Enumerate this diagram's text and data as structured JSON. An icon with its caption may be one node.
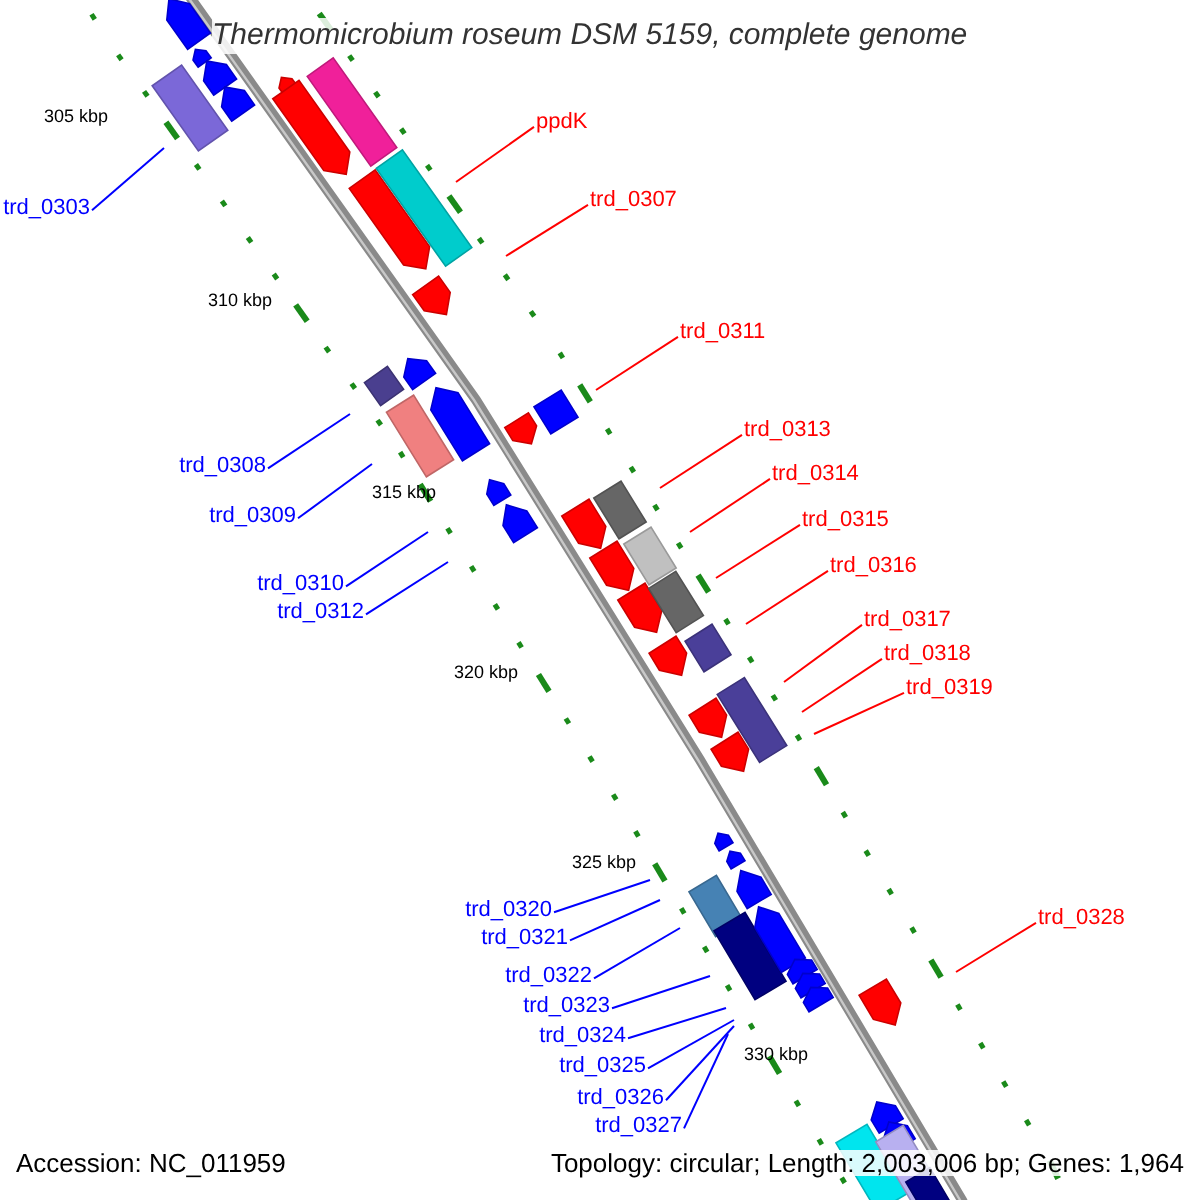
{
  "diagram": {
    "title": "Thermomicrobium roseum DSM 5159, complete genome",
    "nodes": [
      {
        "text": [
          "ppdK"
        ]
      },
      {
        "text": [
          "trd_0307"
        ]
      },
      {
        "text": [
          "trd_0303"
        ]
      },
      {
        "text": [
          "trd_0311"
        ]
      },
      {
        "text": [
          "trd_0313"
        ]
      },
      {
        "text": [
          "trd_0308"
        ]
      },
      {
        "text": [
          "trd_0314"
        ]
      },
      {
        "text": [
          "trd_0309"
        ]
      },
      {
        "text": [
          "trd_0315"
        ]
      },
      {
        "text": [
          "trd_0316"
        ]
      },
      {
        "text": [
          "trd_0310"
        ]
      },
      {
        "text": [
          "trd_0312"
        ]
      },
      {
        "text": [
          "trd_0317"
        ]
      },
      {
        "text": [
          "trd_0318"
        ]
      },
      {
        "text": [
          "trd_0319"
        ]
      },
      {
        "text": [
          "trd_0320"
        ]
      },
      {
        "text": [
          "trd_0328"
        ]
      },
      {
        "text": [
          "trd_0321"
        ]
      },
      {
        "text": [
          "trd_0322"
        ]
      },
      {
        "text": [
          "trd_0323"
        ]
      },
      {
        "text": [
          "trd_0324"
        ]
      },
      {
        "text": [
          "trd_0325"
        ]
      },
      {
        "text": [
          "trd_0326"
        ]
      },
      {
        "text": [
          "trd_0327"
        ]
      }
    ],
    "edges": [
      {
        "from": 0,
        "to": null,
        "arrow": "none",
        "color": "#ff0000"
      },
      {
        "from": 1,
        "to": null,
        "arrow": "none",
        "color": "#ff0000"
      },
      {
        "from": 2,
        "to": null,
        "arrow": "none"
      },
      {
        "from": 3,
        "to": null,
        "arrow": "none",
        "color": "#ff0000"
      },
      {
        "from": 4,
        "to": null,
        "arrow": "none",
        "color": "#ff0000"
      },
      {
        "from": 5,
        "to": null,
        "arrow": "none"
      },
      {
        "from": 6,
        "to": null,
        "arrow": "none",
        "color": "#ff0000"
      },
      {
        "from": 7,
        "to": null,
        "arrow": "none"
      },
      {
        "from": 8,
        "to": null,
        "arrow": "none",
        "color": "#ff0000"
      },
      {
        "from": 9,
        "to": null,
        "arrow": "none",
        "color": "#ff0000"
      },
      {
        "from": 10,
        "to": null,
        "arrow": "none"
      },
      {
        "from": 11,
        "to": null,
        "arrow": "none"
      },
      {
        "from": 12,
        "to": null,
        "arrow": "none",
        "color": "#ff0000"
      },
      {
        "from": 13,
        "to": null,
        "arrow": "none",
        "color": "#ff0000"
      },
      {
        "from": 14,
        "to": null,
        "arrow": "none",
        "color": "#ff0000"
      },
      {
        "from": 15,
        "to": null,
        "arrow": "none"
      },
      {
        "from": 16,
        "to": null,
        "arrow": "none",
        "color": "#ff0000"
      },
      {
        "from": 17,
        "to": null,
        "arrow": "none"
      },
      {
        "from": 18,
        "to": null,
        "arrow": "none"
      },
      {
        "from": 19,
        "to": null,
        "arrow": "none"
      },
      {
        "from": 20,
        "to": null,
        "arrow": "none"
      },
      {
        "from": 21,
        "to": null,
        "arrow": "none"
      },
      {
        "from": 22,
        "to": null,
        "arrow": "none"
      },
      {
        "from": 23,
        "to": null,
        "arrow": "none"
      }
    ],
    "labels": [
      "305 kbp",
      "310 kbp",
      "315 kbp",
      "320 kbp",
      "325 kbp",
      "330 kbp",
      "Accession: NC_011959",
      "Topology: circular; Length: 2,003,006 bp; Genes: 1,964"
    ]
  }
}
